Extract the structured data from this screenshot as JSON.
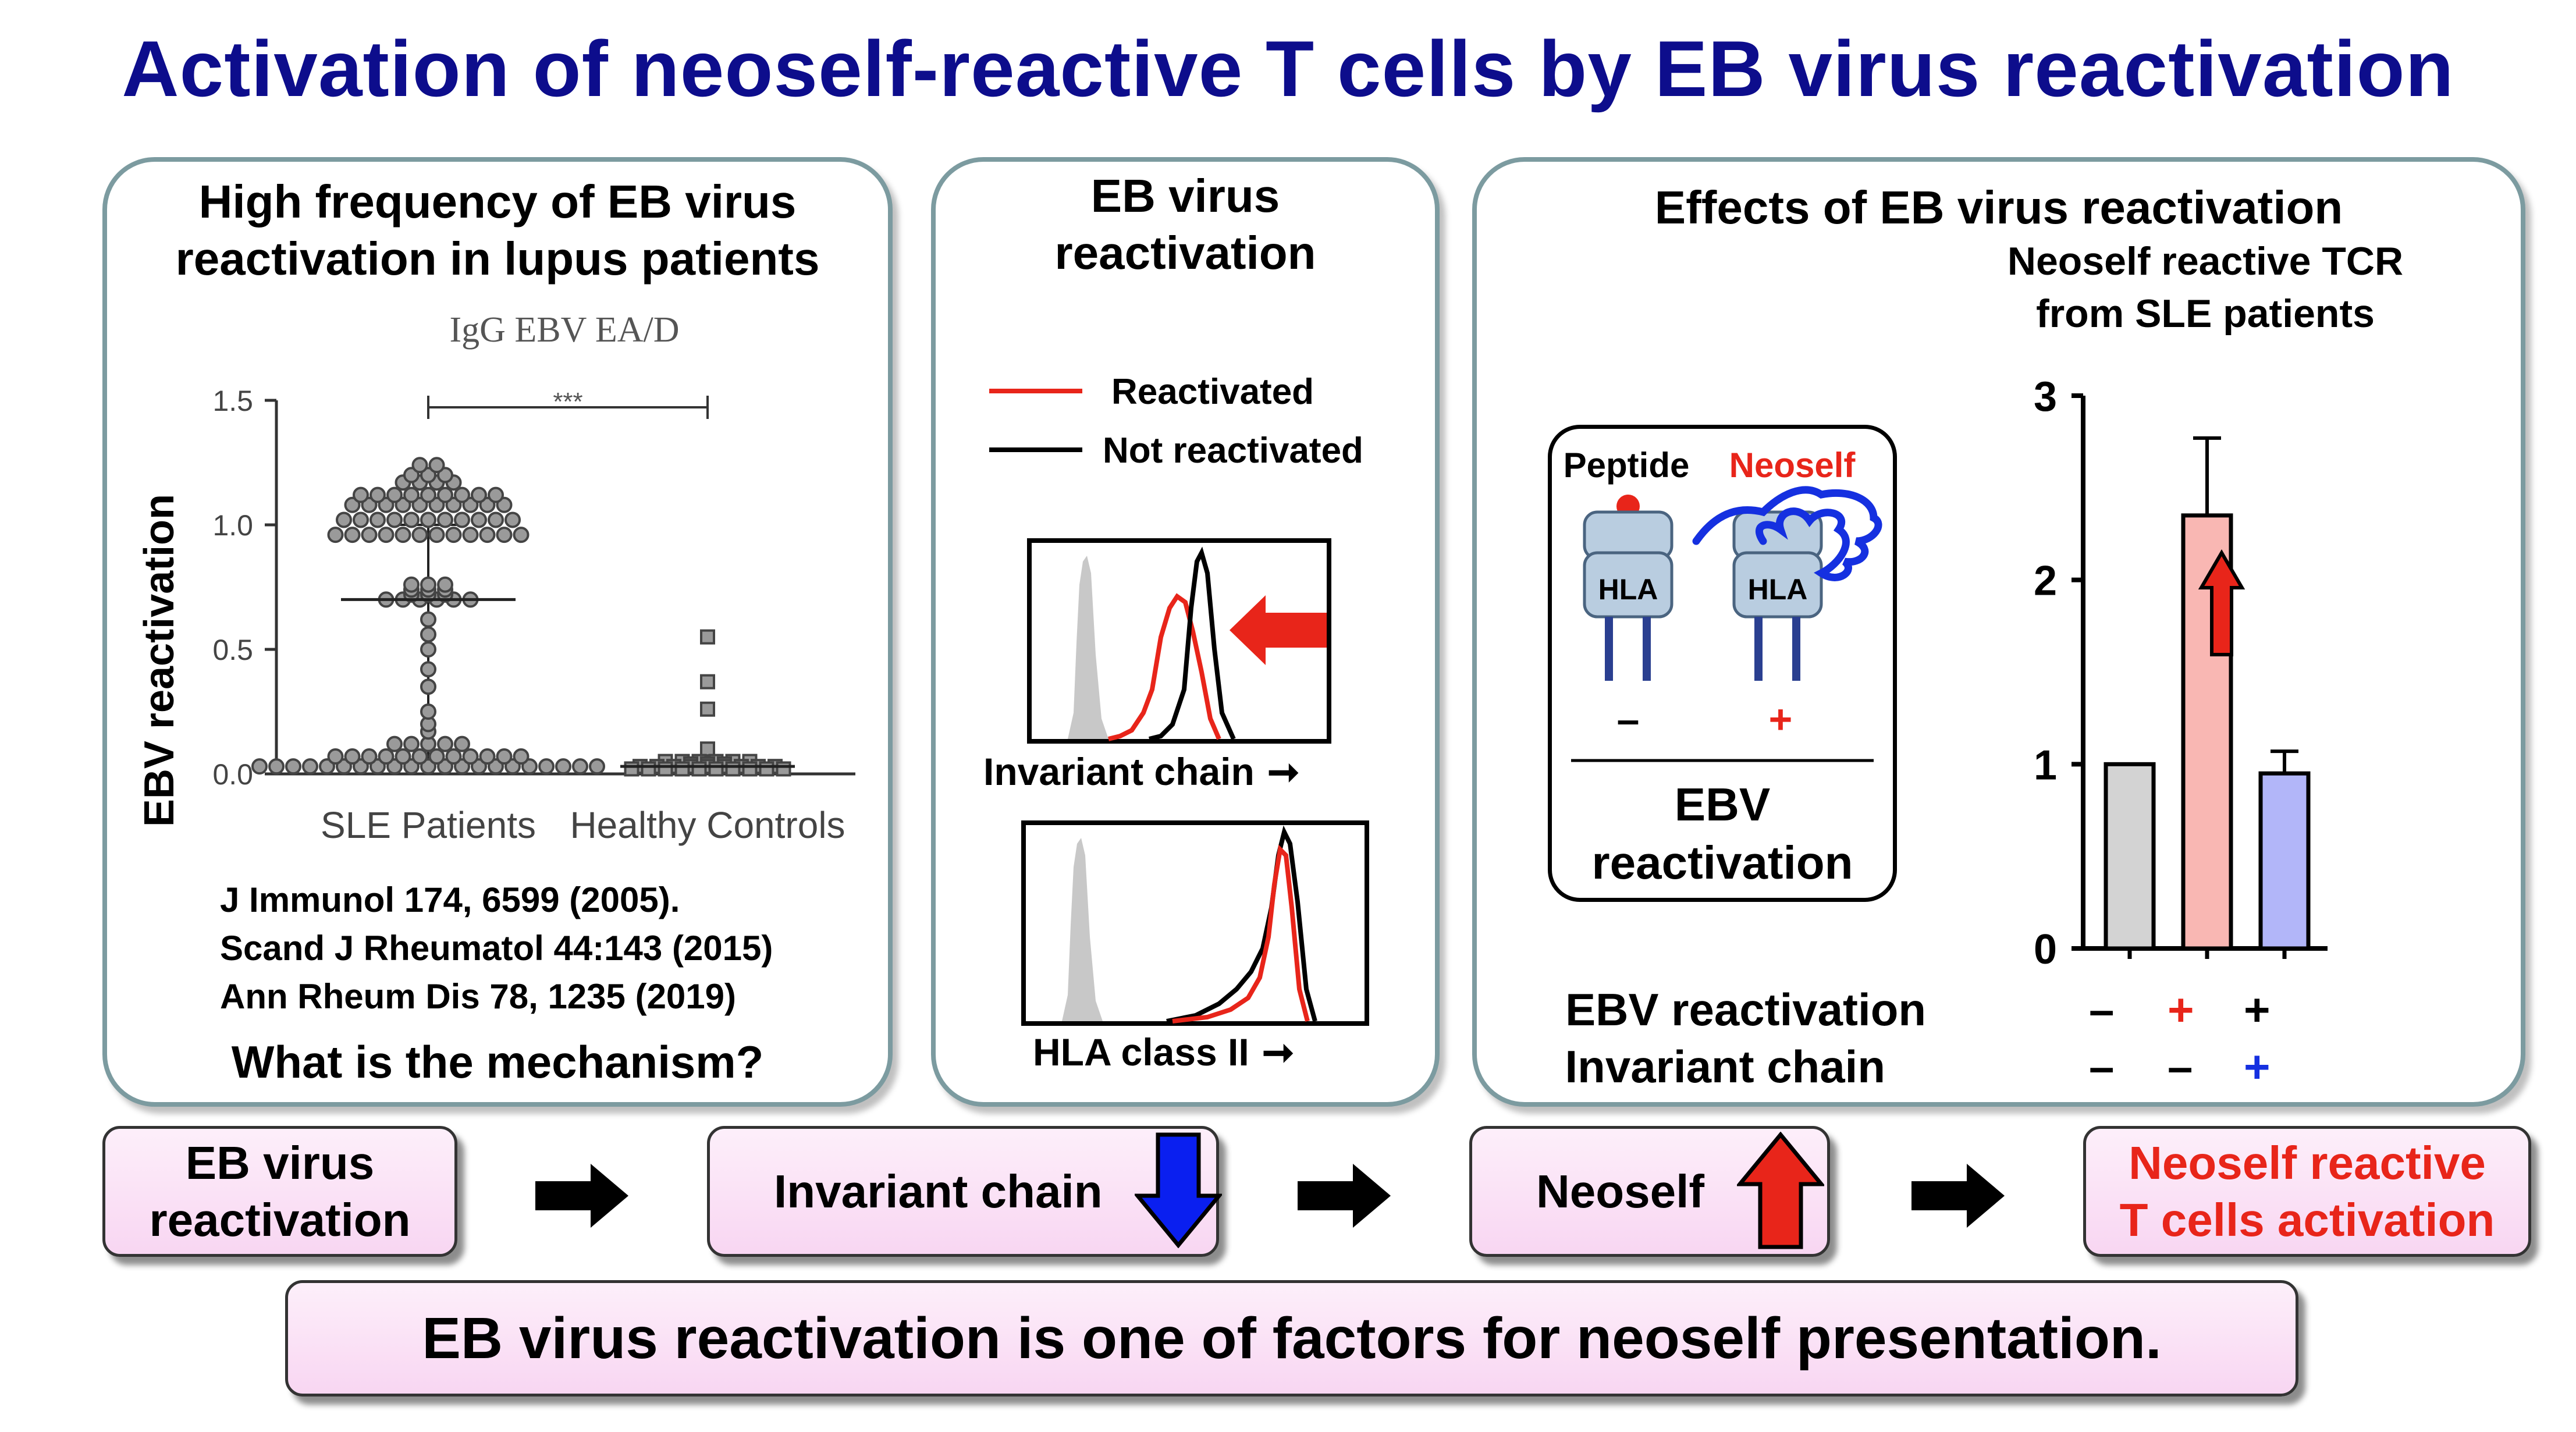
{
  "title": "Activation of neoself-reactive T cells by EB virus reactivation",
  "panel1": {
    "title_line1": "High frequency of EB virus",
    "title_line2": "reactivation in lupus patients",
    "chart_title": "IgG EBV EA/D",
    "ylabel": "EBV reactivation",
    "significance": "***",
    "citations": [
      "J Immunol 174, 6599 (2005).",
      "Scand J Rheumatol 44:143 (2015)",
      "Ann Rheum Dis 78, 1235 (2019)"
    ],
    "question": "What is the mechanism?"
  },
  "panel2": {
    "title_line1": "EB virus",
    "title_line2": "reactivation",
    "legend": [
      "Reactivated",
      "Not reactivated"
    ],
    "legend_colors": [
      "#e8251a",
      "#000000"
    ],
    "hist1_label": "Invariant chain",
    "hist2_label": "HLA class II"
  },
  "panel3": {
    "title": "Effects of EB virus reactivation",
    "chart_title_line1": "Neoself reactive TCR",
    "chart_title_line2": "from SLE patients",
    "inset": {
      "peptide_label": "Peptide",
      "neoself_label": "Neoself",
      "hla_label": "HLA",
      "minus": "–",
      "plus": "+",
      "line1": "EBV",
      "line2": "reactivation"
    },
    "row_labels": [
      "EBV reactivation",
      "Invariant chain"
    ],
    "signs_row1": [
      "–",
      "+",
      "+"
    ],
    "signs_row2": [
      "–",
      "–",
      "+"
    ]
  },
  "flow": {
    "box1_line1": "EB virus",
    "box1_line2": "reactivation",
    "box2": "Invariant chain",
    "box3": "Neoself",
    "box4_line1": "Neoself reactive",
    "box4_line2": "T cells activation"
  },
  "conclusion": "EB virus reactivation is one of factors for neoself presentation.",
  "chart_data": [
    {
      "type": "scatter",
      "title": "IgG EBV EA/D",
      "ylabel": "EBV reactivation",
      "categories": [
        "SLE Patients",
        "Healthy Controls"
      ],
      "yticks": [
        "0.0",
        "0.5",
        "1.0",
        "1.5"
      ],
      "ylim": [
        0,
        1.5
      ],
      "series": [
        {
          "name": "SLE Patients",
          "values": [
            0.03,
            0.03,
            0.03,
            0.03,
            0.03,
            0.03,
            0.03,
            0.03,
            0.03,
            0.03,
            0.03,
            0.03,
            0.03,
            0.03,
            0.03,
            0.03,
            0.03,
            0.03,
            0.03,
            0.03,
            0.03,
            0.07,
            0.07,
            0.07,
            0.07,
            0.07,
            0.07,
            0.07,
            0.07,
            0.07,
            0.07,
            0.07,
            0.07,
            0.12,
            0.12,
            0.12,
            0.12,
            0.12,
            0.17,
            0.2,
            0.25,
            0.35,
            0.42,
            0.5,
            0.56,
            0.62,
            0.7,
            0.7,
            0.7,
            0.7,
            0.7,
            0.7,
            0.72,
            0.72,
            0.72,
            0.74,
            0.74,
            0.74,
            0.76,
            0.76,
            0.76,
            0.96,
            0.96,
            0.96,
            0.96,
            0.96,
            0.96,
            0.96,
            0.96,
            0.96,
            0.96,
            0.96,
            0.96,
            1.02,
            1.02,
            1.02,
            1.02,
            1.02,
            1.02,
            1.02,
            1.02,
            1.02,
            1.02,
            1.02,
            1.08,
            1.08,
            1.08,
            1.08,
            1.08,
            1.08,
            1.08,
            1.08,
            1.08,
            1.08,
            1.12,
            1.12,
            1.12,
            1.12,
            1.12,
            1.12,
            1.12,
            1.12,
            1.12,
            1.17,
            1.17,
            1.17,
            1.17,
            1.2,
            1.2,
            1.2,
            1.24,
            1.24
          ]
        },
        {
          "name": "Healthy Controls",
          "values": [
            0.55,
            0.37,
            0.26,
            0.1,
            0.05,
            0.05,
            0.05,
            0.05,
            0.05,
            0.05,
            0.04,
            0.04,
            0.04,
            0.03,
            0.03,
            0.03,
            0.03,
            0.03,
            0.03,
            0.03,
            0.03,
            0.03,
            0.02,
            0.02,
            0.02,
            0.02,
            0.02,
            0.02,
            0.02,
            0.02,
            0.02,
            0.02
          ]
        }
      ],
      "mean_lines": [
        0.7,
        0.03
      ],
      "grid": false
    },
    {
      "type": "bar",
      "title": "Neoself reactive TCR from SLE patients",
      "categories": [
        "– / –",
        "+ / –",
        "+ / +"
      ],
      "values": [
        1.0,
        2.35,
        0.95
      ],
      "errors": [
        0,
        0.42,
        0.12
      ],
      "colors": [
        "#d3d3d3",
        "#f9b7b3",
        "#b2b6f9"
      ],
      "ylim": [
        0,
        3
      ],
      "yticks": [
        "0",
        "1",
        "2",
        "3"
      ],
      "grid": false
    }
  ]
}
